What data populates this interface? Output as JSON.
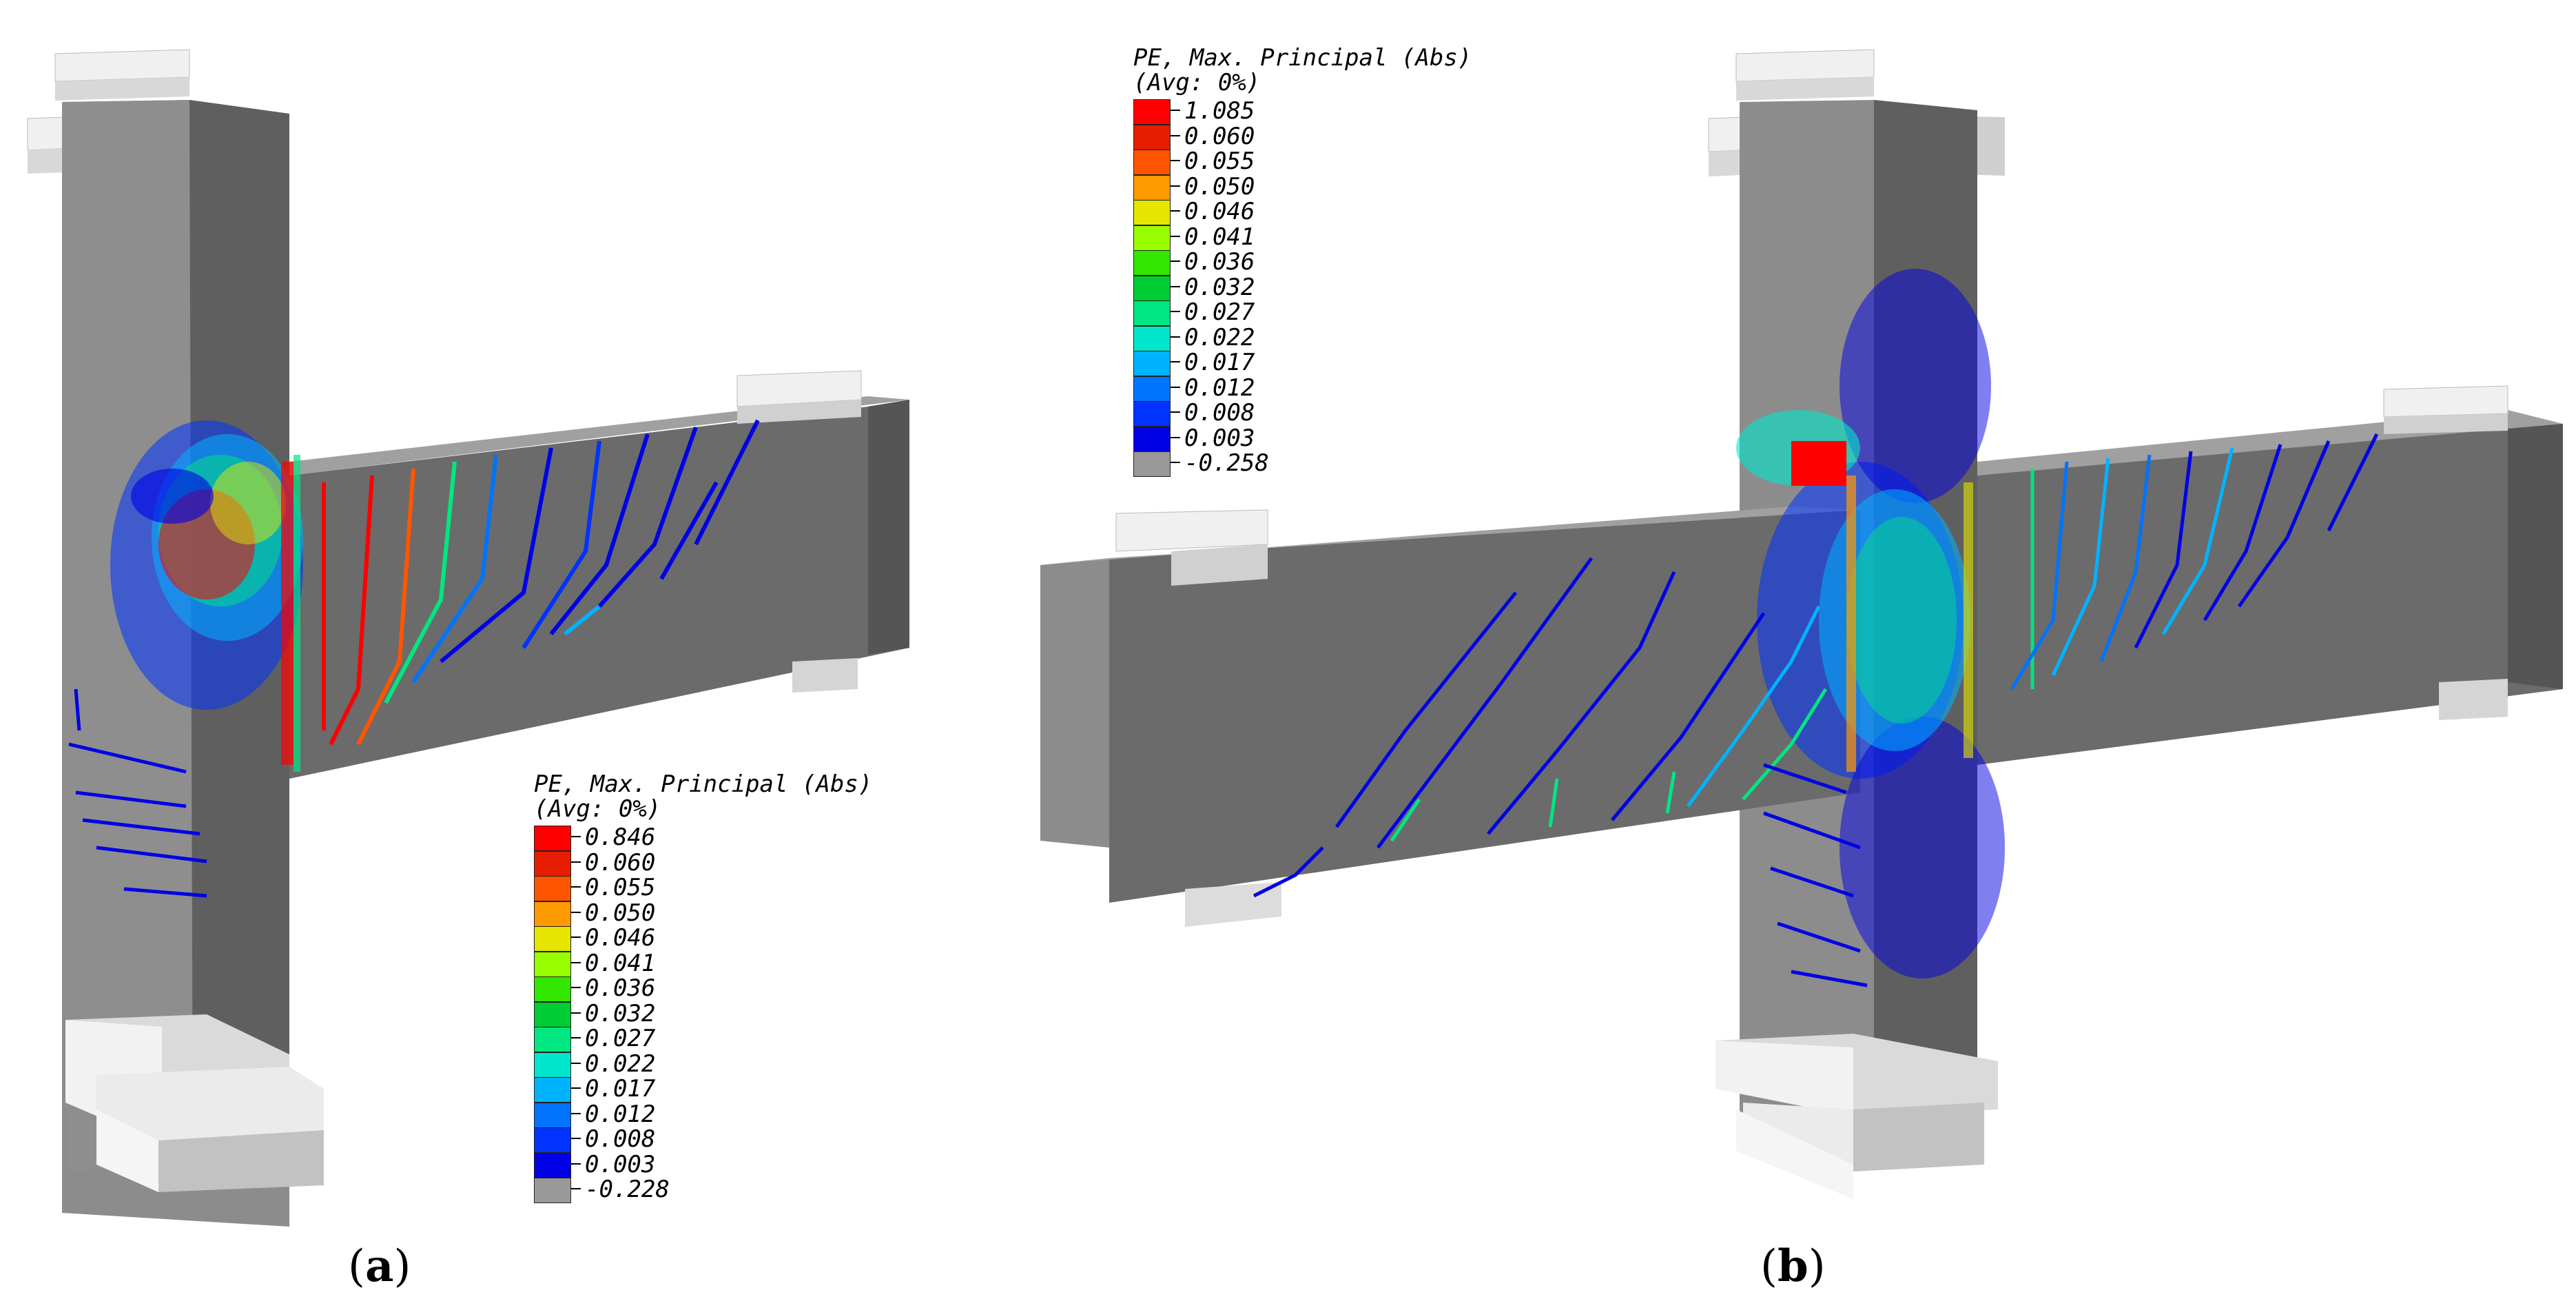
{
  "panels": [
    {
      "label_open": "(",
      "label_letter": "a",
      "label_close": ")",
      "legend": {
        "title": "PE, Max. Principal (Abs)",
        "avg": "(Avg: 0%)",
        "values": [
          "0.846",
          "0.060",
          "0.055",
          "0.050",
          "0.046",
          "0.041",
          "0.036",
          "0.032",
          "0.027",
          "0.022",
          "0.017",
          "0.012",
          "0.008",
          "0.003",
          "-0.228"
        ]
      }
    },
    {
      "label_open": "(",
      "label_letter": "b",
      "label_close": ")",
      "legend": {
        "title": "PE, Max. Principal (Abs)",
        "avg": "(Avg: 0%)",
        "values": [
          "1.085",
          "0.060",
          "0.055",
          "0.050",
          "0.046",
          "0.041",
          "0.036",
          "0.032",
          "0.027",
          "0.022",
          "0.017",
          "0.012",
          "0.008",
          "0.003",
          "-0.258"
        ]
      }
    }
  ],
  "colors": {
    "scale": [
      "#ff0000",
      "#e61d00",
      "#ff5500",
      "#ff9900",
      "#e6e600",
      "#99ff00",
      "#33e600",
      "#00cc33",
      "#00e680",
      "#00e6cc",
      "#00b3ff",
      "#0073ff",
      "#0033ff",
      "#0000e6"
    ],
    "undamaged": "#999999",
    "face_front": "#6e6e6e",
    "face_side": "#8c8c8c",
    "face_top": "#b4b4b4",
    "pad_light": "#f0f0f0",
    "pad_mid": "#d2d2d2",
    "pad_dark": "#b4b4b4"
  }
}
